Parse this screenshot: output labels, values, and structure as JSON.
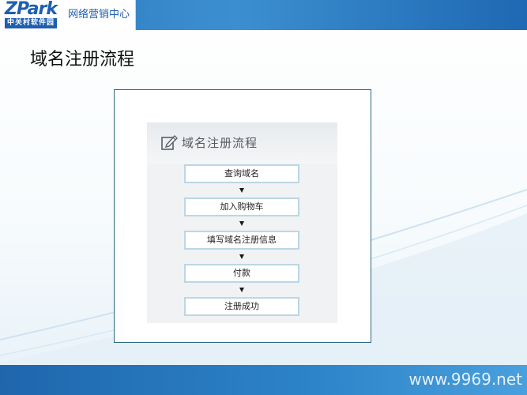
{
  "header": {
    "logo_main": "ZPark",
    "logo_sub": "中关村软件园",
    "logo_tagline": "网络营销中心"
  },
  "page": {
    "title": "域名注册流程"
  },
  "flow": {
    "title": "域名注册流程",
    "steps": [
      "查询域名",
      "加入购物车",
      "填写域名注册信息",
      "付款",
      "注册成功"
    ]
  },
  "footer": {
    "watermark": "www.9969.net"
  },
  "colors": {
    "brand_blue": "#1e5fb0",
    "frame_border": "#2c6b82",
    "step_border": "#bcd6e4"
  },
  "icons": {
    "panel_icon": "edit-icon",
    "connector": "down-arrow-icon"
  }
}
